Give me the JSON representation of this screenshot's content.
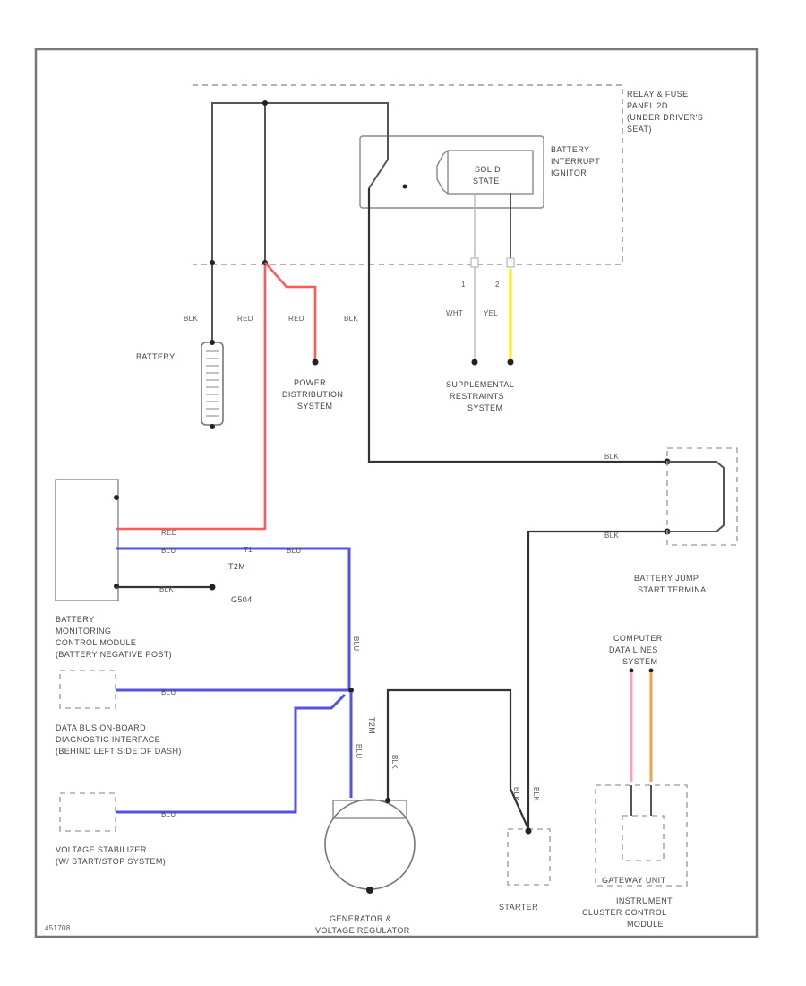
{
  "labels": {
    "relay_panel": [
      "RELAY & FUSE",
      "PANEL 2D",
      "(UNDER DRIVER'S",
      "SEAT)"
    ],
    "battery_interrupt": [
      "BATTERY",
      "INTERRUPT",
      "IGNITOR"
    ],
    "solid_state": [
      "SOLID",
      "STATE"
    ],
    "battery": "BATTERY",
    "power_distribution": [
      "POWER",
      "DISTRIBUTION",
      "SYSTEM"
    ],
    "supplemental_restraints": [
      "SUPPLEMENTAL",
      "RESTRAINTS",
      "SYSTEM"
    ],
    "battery_jump": [
      "BATTERY JUMP",
      "START TERMINAL"
    ],
    "bmcm": [
      "BATTERY",
      "MONITORING",
      "CONTROL MODULE",
      "(BATTERY NEGATIVE POST)"
    ],
    "data_bus": [
      "DATA BUS ON-BOARD",
      "DIAGNOSTIC INTERFACE",
      "(BEHIND LEFT SIDE OF DASH)"
    ],
    "voltage_stabilizer": [
      "VOLTAGE STABILIZER",
      "(W/ START/STOP SYSTEM)"
    ],
    "generator": [
      "GENERATOR &",
      "VOLTAGE REGULATOR"
    ],
    "starter": "STARTER",
    "computer_data": [
      "COMPUTER",
      "DATA LINES",
      "SYSTEM"
    ],
    "instrument_cluster": [
      "INSTRUMENT",
      "CLUSTER CONTROL",
      "MODULE"
    ],
    "gateway": "GATEWAY UNIT",
    "footer_code": "451708"
  },
  "wires": {
    "blk": "BLK",
    "red": "RED",
    "wht": "WHT",
    "yel": "YEL",
    "blu": "BLU",
    "pin1": "1",
    "pin2": "2",
    "t2m": "T2M",
    "t2m_vert": "T2M",
    "ground": "G504",
    "conn_t1": "T1"
  },
  "colors": {
    "red_wire": "#ff5a5a",
    "blue_wire": "#5252e6",
    "yellow_wire": "#ffea00",
    "black_wire": "#333333"
  }
}
